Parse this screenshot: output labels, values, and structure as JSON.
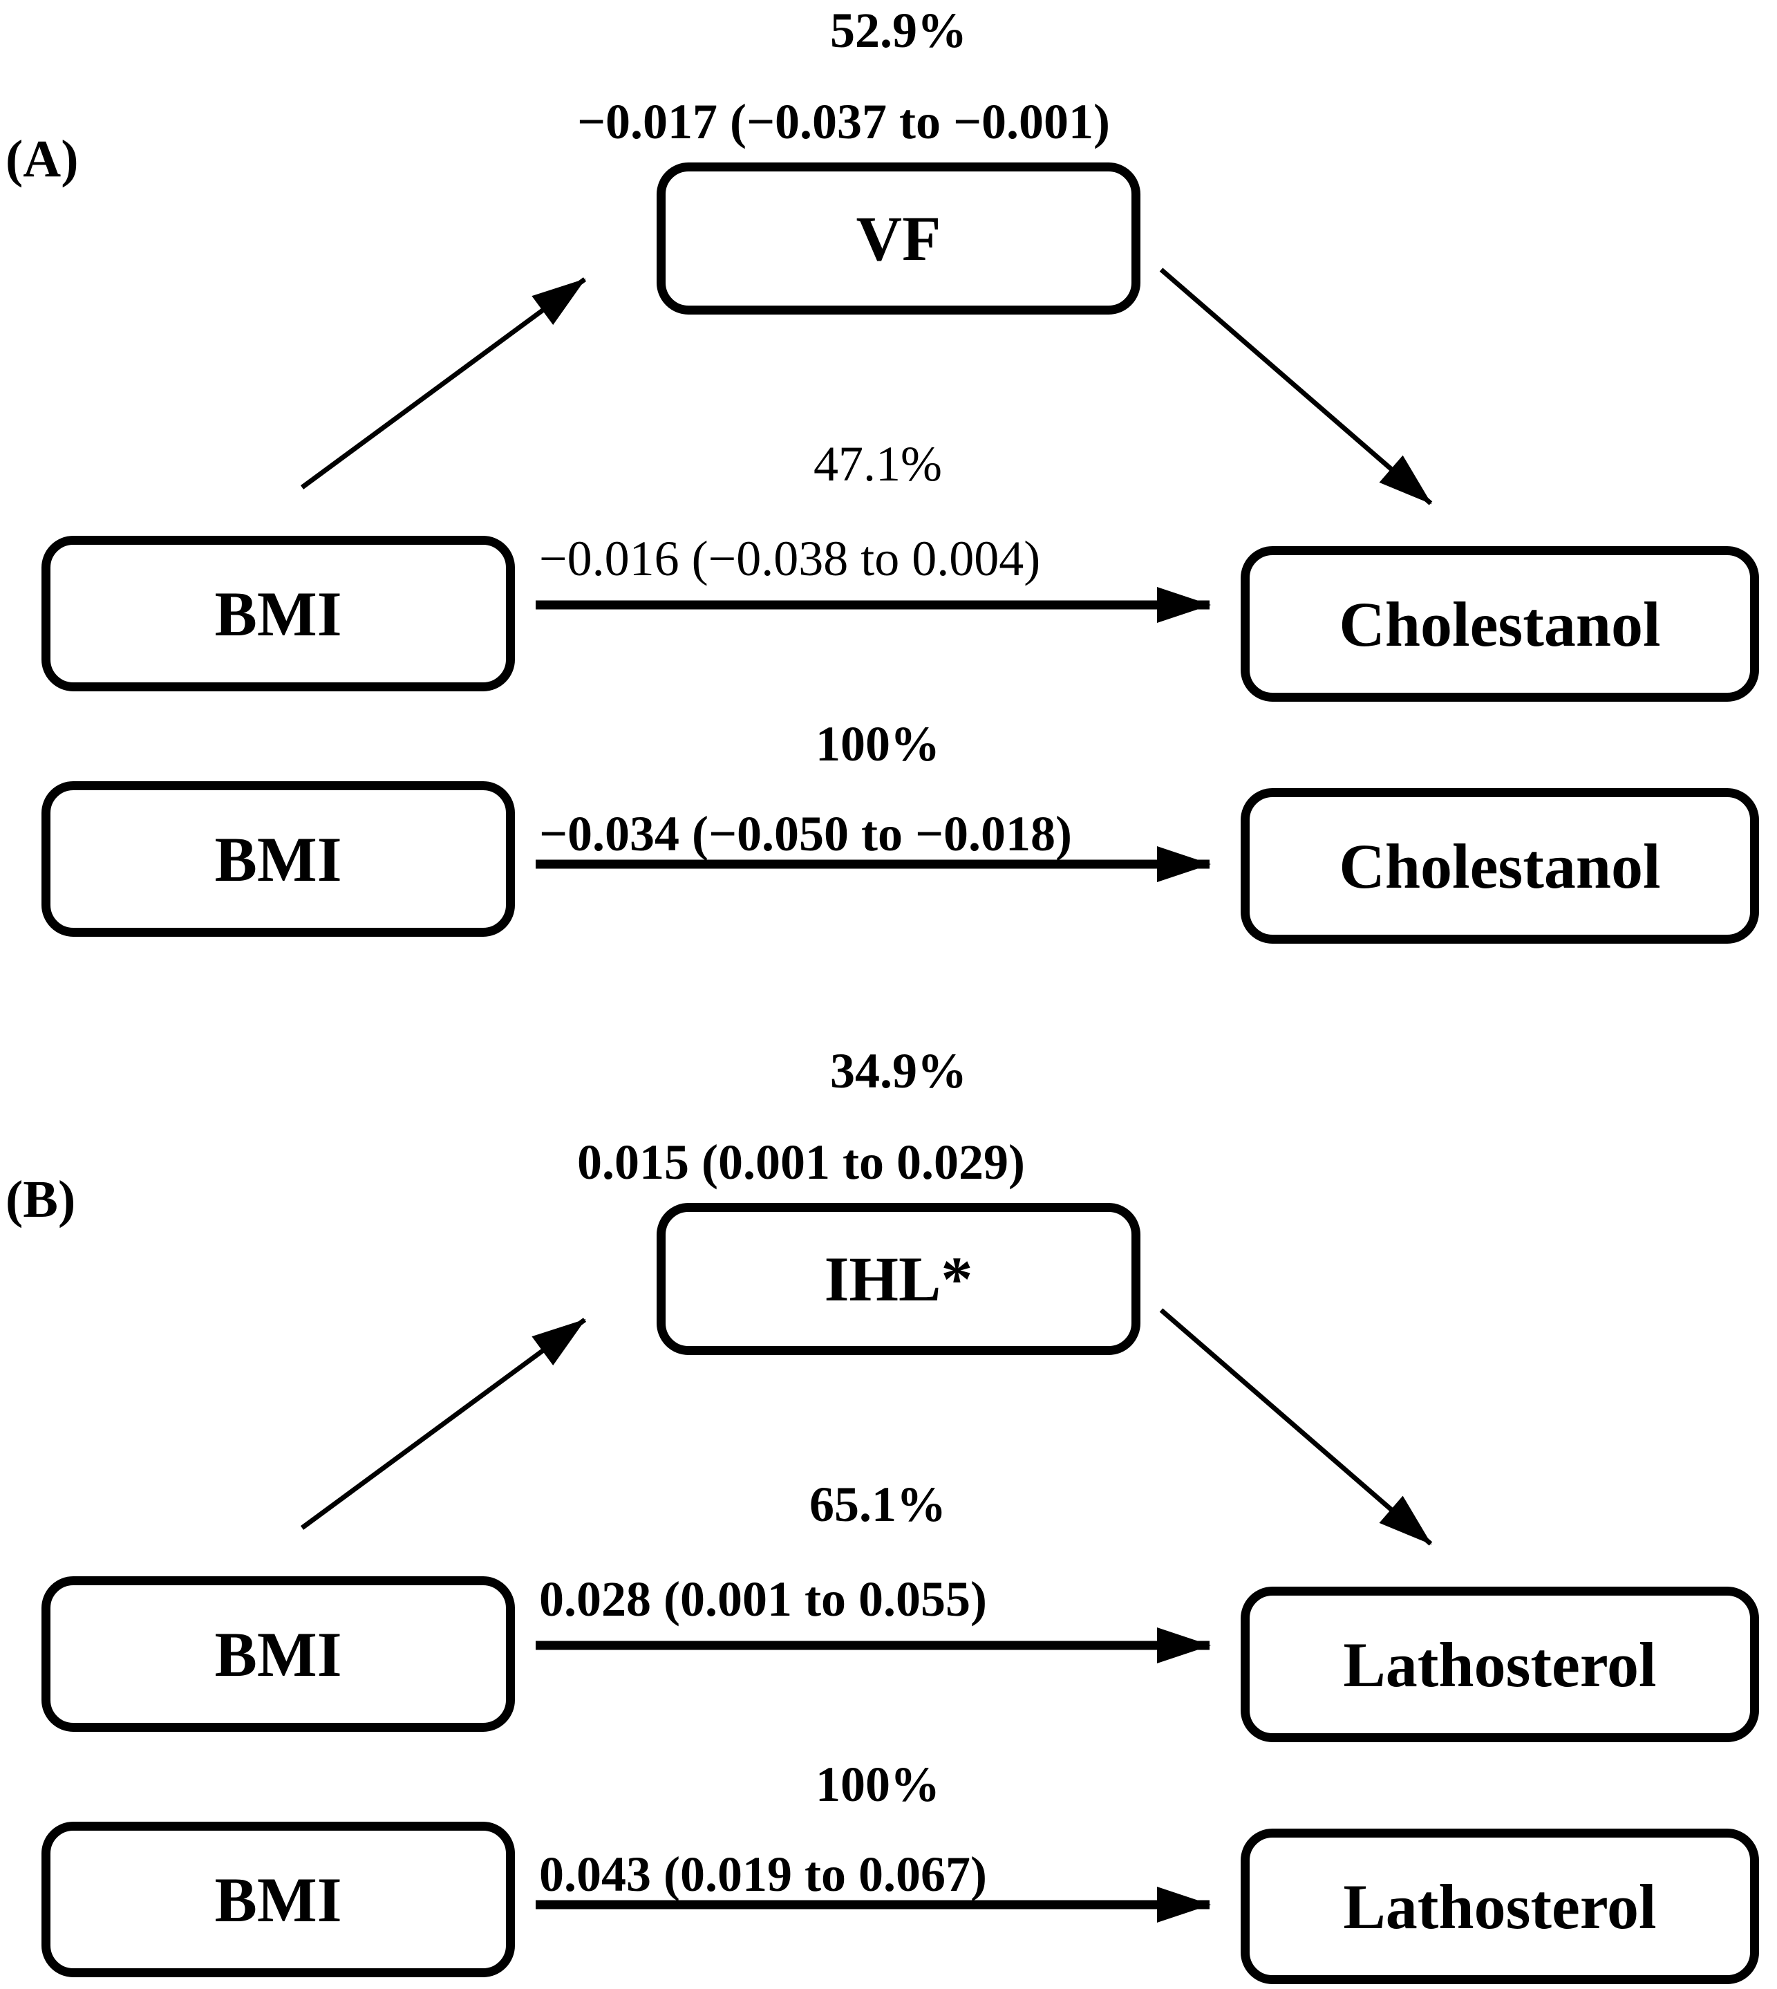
{
  "colors": {
    "ink": "#000000",
    "background": "#ffffff"
  },
  "figure": {
    "type": "mediation-path-diagram",
    "panels": [
      {
        "id": "A",
        "label": "(A)",
        "exposure": "BMI",
        "outcome": "Cholestanol",
        "mediator": {
          "name": "VF",
          "percent_mediated": "52.9%",
          "estimate": "−0.017 (−0.037 to −0.001)"
        },
        "indirect_row": {
          "percent": "47.1%",
          "estimate": "−0.016 (−0.038 to 0.004)"
        },
        "direct_row": {
          "percent": "100%",
          "estimate": "−0.034 (−0.050 to −0.018)"
        }
      },
      {
        "id": "B",
        "label": "(B)",
        "exposure": "BMI",
        "outcome": "Lathosterol",
        "mediator": {
          "name": "IHL*",
          "percent_mediated": "34.9%",
          "estimate": "0.015 (0.001 to 0.029)"
        },
        "indirect_row": {
          "percent": "65.1%",
          "estimate": "0.028 (0.001 to 0.055)"
        },
        "direct_row": {
          "percent": "100%",
          "estimate": "0.043 (0.019 to 0.067)"
        }
      }
    ]
  }
}
